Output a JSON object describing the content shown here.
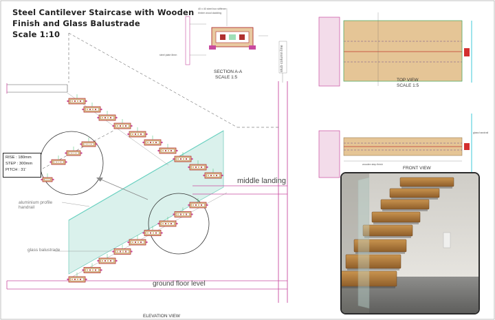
{
  "title": {
    "line1": "Steel Cantilever Staircase with Wooden",
    "line2": "Finish and Glass Balustrade",
    "scale": "Scale 1:10"
  },
  "section": {
    "label": "SECTION A-A",
    "scale": "SCALE 1:5"
  },
  "top_view": {
    "label": "TOP VIEW",
    "scale": "SCALE 1:5"
  },
  "front_view": {
    "label": "FRONT VIEW"
  },
  "elevation": {
    "label": "ELEVATION VIEW",
    "middle_landing": "middle landing",
    "ground_floor": "ground floor level",
    "handrail": "aluminium profile handrail",
    "glass": "glass balustrade",
    "wall_line": "stub column line"
  },
  "pitch": {
    "rise": "RISE : 180mm",
    "step": "STEP : 300mm",
    "pitch": "PITCH : 31'"
  },
  "notes": {
    "n1": "40 x 40 steel box stiffener",
    "n2": "timber wood cladding",
    "n3": "steel plate 8mm",
    "n4": "glass handrail",
    "n5": "wooden step finish"
  },
  "colors": {
    "wood": "#d9b98a",
    "steel": "#b03030",
    "glass": "#bfe4dd",
    "wall": "#f1d7e8",
    "green": "#3fbf6f",
    "cyan": "#3ec8d8"
  }
}
